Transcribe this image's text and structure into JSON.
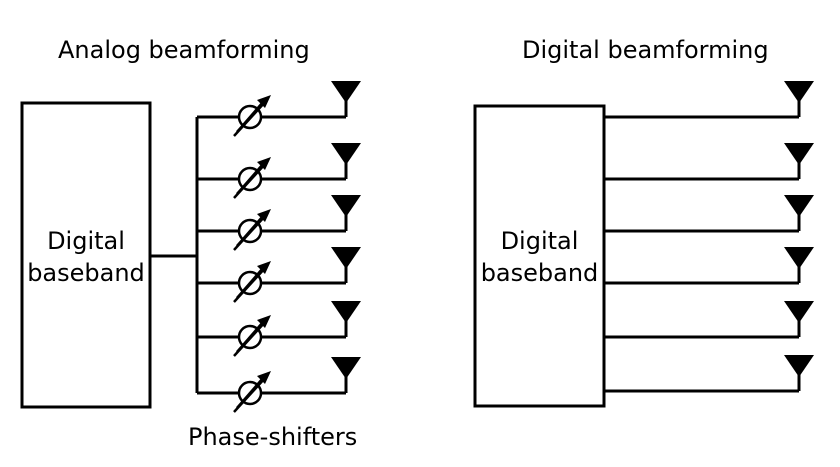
{
  "analog": {
    "title": "Analog beamforming",
    "baseband_line1": "Digital",
    "baseband_line2": "baseband",
    "phase_label": "Phase-shifters",
    "antenna_count": 6
  },
  "digital": {
    "title": "Digital beamforming",
    "baseband_line1": "Digital",
    "baseband_line2": "baseband",
    "antenna_count": 6
  },
  "colors": {
    "stroke": "#000000",
    "background": "#ffffff"
  }
}
